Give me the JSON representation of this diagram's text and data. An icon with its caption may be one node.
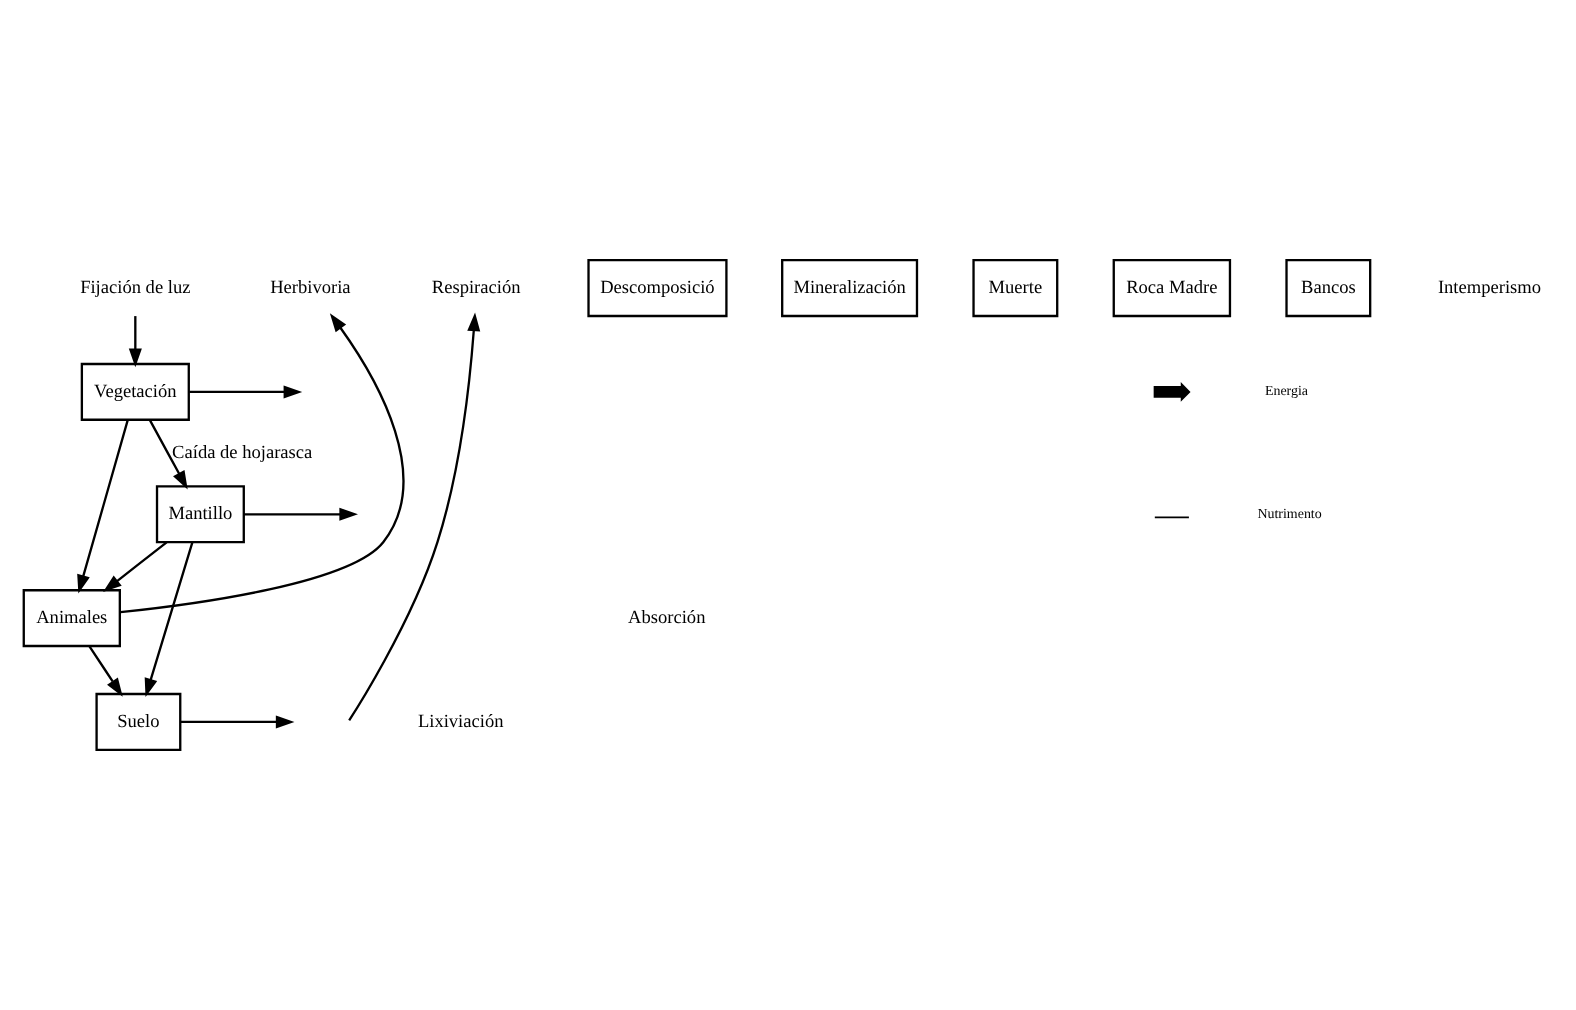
{
  "diagram": {
    "nodes": [
      {
        "text": [
          "Fijación de luz"
        ]
      },
      {
        "text": [
          "Respiración"
        ]
      },
      {
        "text": [
          "Herbivoria"
        ]
      },
      {
        "text": [
          "Vegetación"
        ]
      },
      {
        "text": [
          "Animales"
        ]
      },
      {
        "text": [
          "Mantillo"
        ]
      },
      {
        "text": [
          "Descomposició"
        ]
      },
      {
        "text": [
          "Mineralización"
        ]
      },
      {
        "text": [
          "Muerte"
        ]
      },
      {
        "text": [
          "Suelo"
        ]
      },
      {
        "text": [
          "Roca Madre"
        ]
      },
      {
        "text": [
          "Bancos"
        ]
      }
    ],
    "edges": [
      {
        "from": 0,
        "to": 3,
        "arrow": "to"
      },
      {
        "from": 3,
        "to": null,
        "arrow": "to"
      },
      {
        "from": 3,
        "to": 4,
        "arrow": "to"
      },
      {
        "from": 4,
        "to": 2,
        "arrow": "to"
      },
      {
        "from": 3,
        "to": 5,
        "arrow": "to",
        "label": "Caída de hojarasca"
      },
      {
        "from": 5,
        "to": null,
        "arrow": "to"
      },
      {
        "from": 5,
        "to": 4,
        "arrow": "to"
      },
      {
        "from": 5,
        "to": 9,
        "arrow": "to"
      },
      {
        "from": 4,
        "to": 9,
        "arrow": "to"
      },
      {
        "from": 9,
        "to": null,
        "arrow": "to"
      },
      {
        "from": null,
        "to": 1,
        "arrow": "to"
      }
    ],
    "labels": [
      "Absorción",
      "Lixiviación",
      "Intemperismo"
    ],
    "legend": [
      {
        "text": "Energia"
      },
      {
        "text": "Nutrimento"
      }
    ]
  }
}
